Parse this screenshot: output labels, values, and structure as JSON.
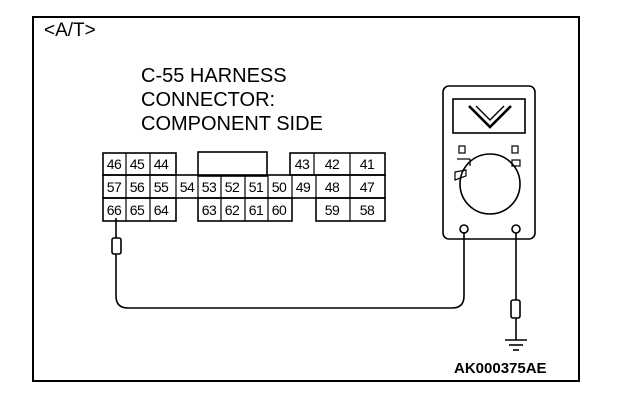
{
  "diagram": {
    "tag": "<A/T>",
    "title_lines": [
      "C-55 HARNESS",
      "CONNECTOR:",
      "COMPONENT SIDE"
    ],
    "figure_code": "AK000375AE",
    "connector_pins": {
      "row1_left": [
        "46",
        "45",
        "44"
      ],
      "row1_right": [
        "43",
        "42",
        "41"
      ],
      "row2": [
        "57",
        "56",
        "55",
        "54",
        "53",
        "52",
        "51",
        "50",
        "49",
        "48",
        "47"
      ],
      "row3_left": [
        "66",
        "65",
        "64"
      ],
      "row3_mid": [
        "63",
        "62",
        "61",
        "60"
      ],
      "row3_right": [
        "59",
        "58"
      ]
    },
    "meter_icon": "voltmeter-icon",
    "ground_icon": "ground-icon",
    "probe_icon": "test-probe-icon"
  }
}
